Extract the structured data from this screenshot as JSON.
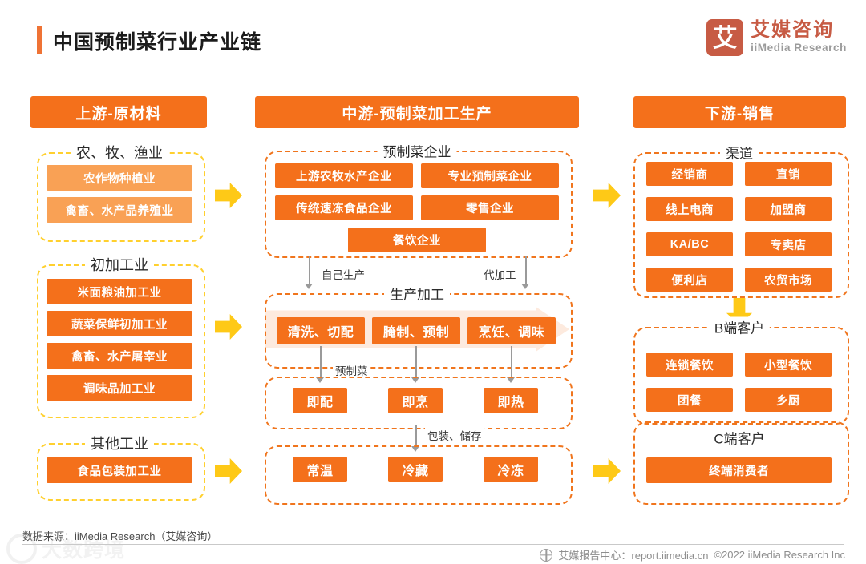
{
  "header": {
    "title": "中国预制菜行业产业链",
    "logo_mark": "艾",
    "logo_cn": "艾媒咨询",
    "logo_en": "iiMedia Research"
  },
  "upstream": {
    "head": "上游-原材料",
    "groups": [
      {
        "label": "农、牧、渔业",
        "items": [
          "农作物种植业",
          "禽畜、水产品养殖业"
        ]
      },
      {
        "label": "初加工业",
        "items": [
          "米面粮油加工业",
          "蔬菜保鲜初加工业",
          "禽畜、水产屠宰业",
          "调味品加工业"
        ]
      },
      {
        "label": "其他工业",
        "items": [
          "食品包装加工业"
        ]
      }
    ]
  },
  "midstream": {
    "head": "中游-预制菜加工生产",
    "enterprise": {
      "label": "预制菜企业",
      "items": [
        "上游农牧水产企业",
        "专业预制菜企业",
        "传统速冻食品企业",
        "零售企业",
        "餐饮企业"
      ]
    },
    "flow_labels": {
      "self": "自己生产",
      "oem": "代加工",
      "prepared": "预制菜",
      "pack": "包装、储存"
    },
    "processing": {
      "label": "生产加工",
      "items": [
        "清洗、切配",
        "腌制、预制",
        "烹饪、调味"
      ]
    },
    "prepared": {
      "items": [
        "即配",
        "即烹",
        "即热"
      ]
    },
    "storage": {
      "items": [
        "常温",
        "冷藏",
        "冷冻"
      ]
    }
  },
  "downstream": {
    "head": "下游-销售",
    "channel": {
      "label": "渠道",
      "items": [
        "经销商",
        "直销",
        "线上电商",
        "加盟商",
        "KA/BC",
        "专卖店",
        "便利店",
        "农贸市场"
      ]
    },
    "b_side": {
      "label": "B端客户",
      "items": [
        "连锁餐饮",
        "小型餐饮",
        "团餐",
        "乡厨"
      ]
    },
    "c_side": {
      "label": "C端客户",
      "items": [
        "终端消费者"
      ]
    }
  },
  "footer": {
    "source": "数据来源：iiMedia Research（艾媒咨询）",
    "report_center": "艾媒报告中心：report.iimedia.cn",
    "copyright": "©2022  iiMedia Research  Inc",
    "watermark": "大数跨境"
  },
  "colors": {
    "orange": "#F4701B",
    "orange_light": "#F9A155",
    "yellow_dash": "#FFD02E",
    "orange_dash": "#F0751D",
    "arrow": "#FEC917",
    "brand": "#C75B44"
  }
}
